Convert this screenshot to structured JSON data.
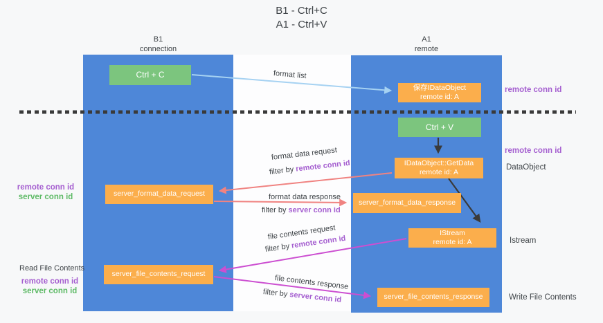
{
  "title": {
    "line1": "B1 - Ctrl+C",
    "line2": "A1 - Ctrl+V"
  },
  "lanes": {
    "left": {
      "name": "B1",
      "role": "connection"
    },
    "right": {
      "name": "A1",
      "role": "remote"
    }
  },
  "boxes": {
    "ctrl_c": "Ctrl + C",
    "ctrl_v": "Ctrl + V",
    "save_dataobject": {
      "line1": "保存IDataObject",
      "line2": "remote id: A"
    },
    "getdata": {
      "line1": "IDataObject::GetData",
      "line2": "remote id: A"
    },
    "istream": {
      "line1": "IStream",
      "line2": "remote id: A"
    },
    "server_format_data_request": "server_format_data_request",
    "server_format_data_response": "server_format_data_response",
    "server_file_contents_request": "server_file_contents_request",
    "server_file_contents_response": "server_file_contents_response"
  },
  "flow_labels": {
    "format_list": "format list",
    "format_data_request": "format data request",
    "format_data_response": "format data response",
    "file_contents_request": "file contents request",
    "file_contents_response": "file contents response",
    "filter_by": "filter by ",
    "remote_conn_id": "remote conn id",
    "server_conn_id": "server conn id"
  },
  "annotations": {
    "left": {
      "remote_conn_id": "remote conn id",
      "server_conn_id": "server conn id",
      "read_file_contents": "Read File Contents"
    },
    "right": {
      "remote_conn_id_top": "remote conn id",
      "remote_conn_id_mid": "remote conn id",
      "dataobject": "DataObject",
      "istream": "Istream",
      "write_file_contents": "Write File Contents"
    }
  },
  "colors": {
    "background": "#f7f8f9",
    "lane_blue": "#4e87d8",
    "box_orange": "#fbae4c",
    "box_green": "#7cc57e",
    "text_dark": "#3e4347",
    "purple_accent": "#a55fd0",
    "green_accent": "#5eba66",
    "arrow_salmon": "#f08381",
    "arrow_magenta": "#cc4fd1",
    "arrow_lightblue": "#a6d2f2",
    "arrow_black": "#3a3a3a"
  }
}
